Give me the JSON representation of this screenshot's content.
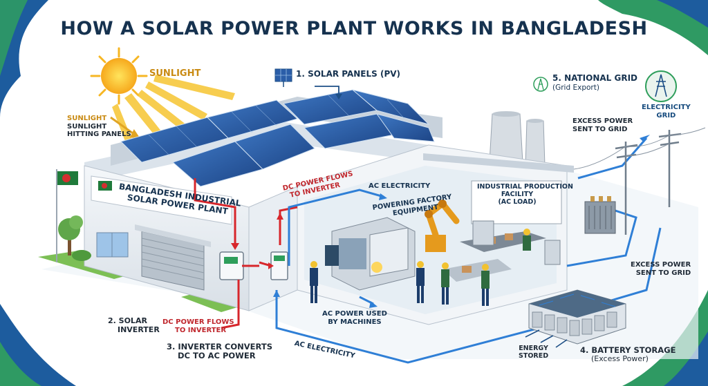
{
  "title": "HOW A SOLAR POWER PLANT WORKS IN BANGLADESH",
  "labels": {
    "sunlight": "SUNLIGHT",
    "sunlight_hitting_line1": "SUNLIGHT",
    "sunlight_hitting_line2": "SUNLIGHT",
    "sunlight_hitting_line3": "HITTING PANELS",
    "solar_panels": "1. SOLAR PANELS (PV)",
    "national_grid_title": "5. NATIONAL GRID",
    "national_grid_sub": "(Grid Export)",
    "electricity_grid_line1": "ELECTRICITY",
    "electricity_grid_line2": "GRID",
    "excess_top_line1": "EXCESS POWER",
    "excess_top_line2": "SENT TO GRID",
    "plant_sign_line1": "BANGLADESH INDUSTRIAL",
    "plant_sign_line2": "SOLAR POWER PLANT",
    "dc_flow_wall_line1": "DC POWER FLOWS",
    "dc_flow_wall_line2": "TO INVERTER",
    "ac_electricity_top": "AC ELECTRICITY",
    "powering_line1": "POWERING FACTORY",
    "powering_line2": "EQUIPMENT",
    "industrial_line1": "INDUSTRIAL PRODUCTION",
    "industrial_line2": "FACILITY",
    "industrial_line3": "(AC LOAD)",
    "excess_mid_line1": "EXCESS POWER",
    "excess_mid_line2": "SENT TO GRID",
    "solar_inverter_line1": "2. SOLAR",
    "solar_inverter_line2": "INVERTER",
    "dc_flow_bottom_line1": "DC POWER FLOWS",
    "dc_flow_bottom_line2": "TO INVERTER",
    "converts_line1": "3. INVERTER CONVERTS",
    "converts_line2": "DC TO AC POWER",
    "ac_power_used_line1": "AC POWER USED",
    "ac_power_used_line2": "BY MACHINES",
    "ac_electricity_bottom": "AC ELECTRICITY",
    "energy_stored_line1": "ENERGY",
    "energy_stored_line2": "STORED",
    "battery_title": "4. BATTERY STORAGE",
    "battery_sub": "(Excess Power)"
  },
  "colors": {
    "title": "#16324f",
    "dc_flow": "#d7262b",
    "ac_flow": "#2f7fd6",
    "panel": "#2b5ea8",
    "sun": "#f6b623",
    "frame_blue": "#1d5c9e",
    "frame_green": "#2f9a63",
    "flag_green": "#1f7a3a",
    "flag_red": "#d32f2f"
  },
  "icons": [
    "sun-icon",
    "solar-panel-icon",
    "tower-icon",
    "flag-icon",
    "inverter-icon",
    "robot-arm-icon",
    "battery-icon",
    "chimney-icon",
    "transformer-icon"
  ]
}
